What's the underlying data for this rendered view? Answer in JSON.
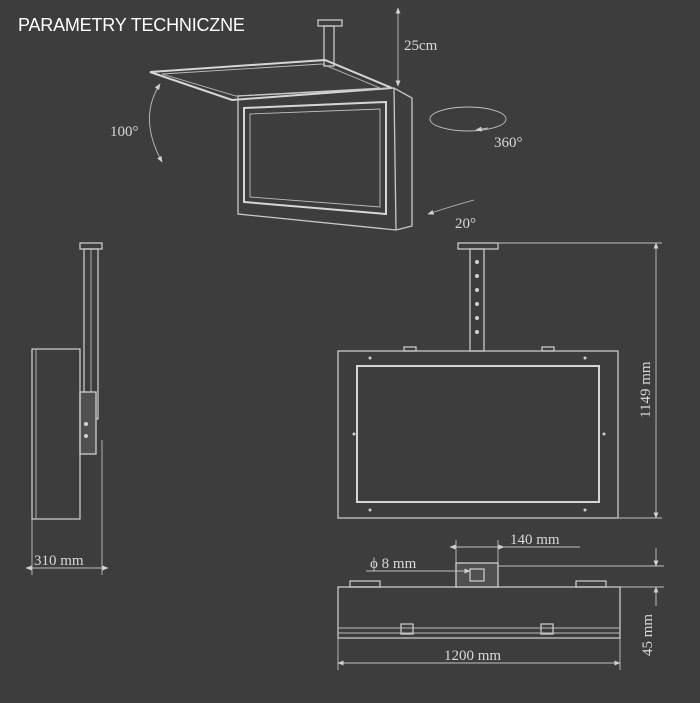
{
  "header": {
    "title": "PARAMETRY TECHNICZNE"
  },
  "dimensions": {
    "height_adjust": "25cm",
    "tilt_open": "100°",
    "rotation": "360°",
    "tilt": "20°",
    "side_depth": "310 mm",
    "total_height": "1149 mm",
    "pole_diameter": "ϕ 8 mm",
    "mount_width": "140 mm",
    "top_thickness": "45 mm",
    "total_width": "1200 mm"
  }
}
